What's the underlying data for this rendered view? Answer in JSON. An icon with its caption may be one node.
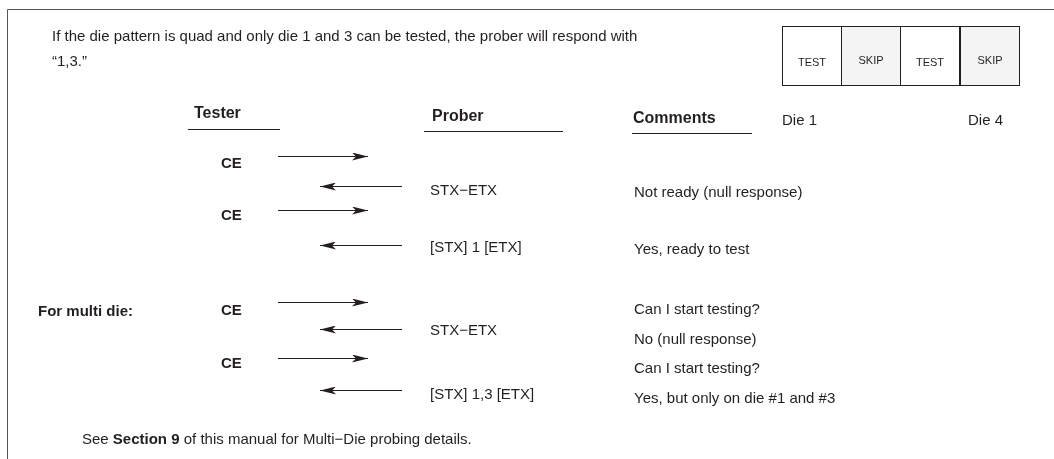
{
  "diagram": {
    "nodes": [
      {
        "text": [
          "TEST"
        ]
      },
      {
        "text": [
          "SKIP"
        ]
      },
      {
        "text": [
          "TEST"
        ]
      },
      {
        "text": [
          "SKIP"
        ]
      },
      {
        "text": [
          "CE"
        ]
      },
      {
        "text": [
          "STX−ETX"
        ]
      },
      {
        "text": [
          "CE"
        ]
      },
      {
        "text": [
          "[STX] 1 [ETX]"
        ]
      },
      {
        "text": [
          "CE"
        ]
      },
      {
        "text": [
          "STX−ETX"
        ]
      },
      {
        "text": [
          "CE"
        ]
      },
      {
        "text": [
          "[STX] 1,3 [ETX]"
        ]
      }
    ],
    "edges": [
      {
        "from": 4,
        "to": null,
        "arrow": "to"
      },
      {
        "from": 5,
        "to": null,
        "arrow": "to"
      },
      {
        "from": 6,
        "to": null,
        "arrow": "to"
      },
      {
        "from": 7,
        "to": null,
        "arrow": "to"
      },
      {
        "from": 8,
        "to": null,
        "arrow": "to"
      },
      {
        "from": 9,
        "to": null,
        "arrow": "to"
      },
      {
        "from": 10,
        "to": null,
        "arrow": "to"
      },
      {
        "from": 11,
        "to": null,
        "arrow": "to"
      }
    ],
    "labels": [
      "If the die pattern is quad and only die 1 and 3 can be tested, the prober will respond with “1,3.”",
      "Tester",
      "Prober",
      "Comments",
      "Die 1",
      "Die 4",
      "Not ready (null response)",
      "Yes, ready to test",
      "For multi die:",
      "Can I start testing?",
      "No (null response)",
      "Can I start testing?",
      "Yes, but only on die #1 and #3",
      "See **Section 9** of this manual for Multi−Die probing details."
    ]
  }
}
